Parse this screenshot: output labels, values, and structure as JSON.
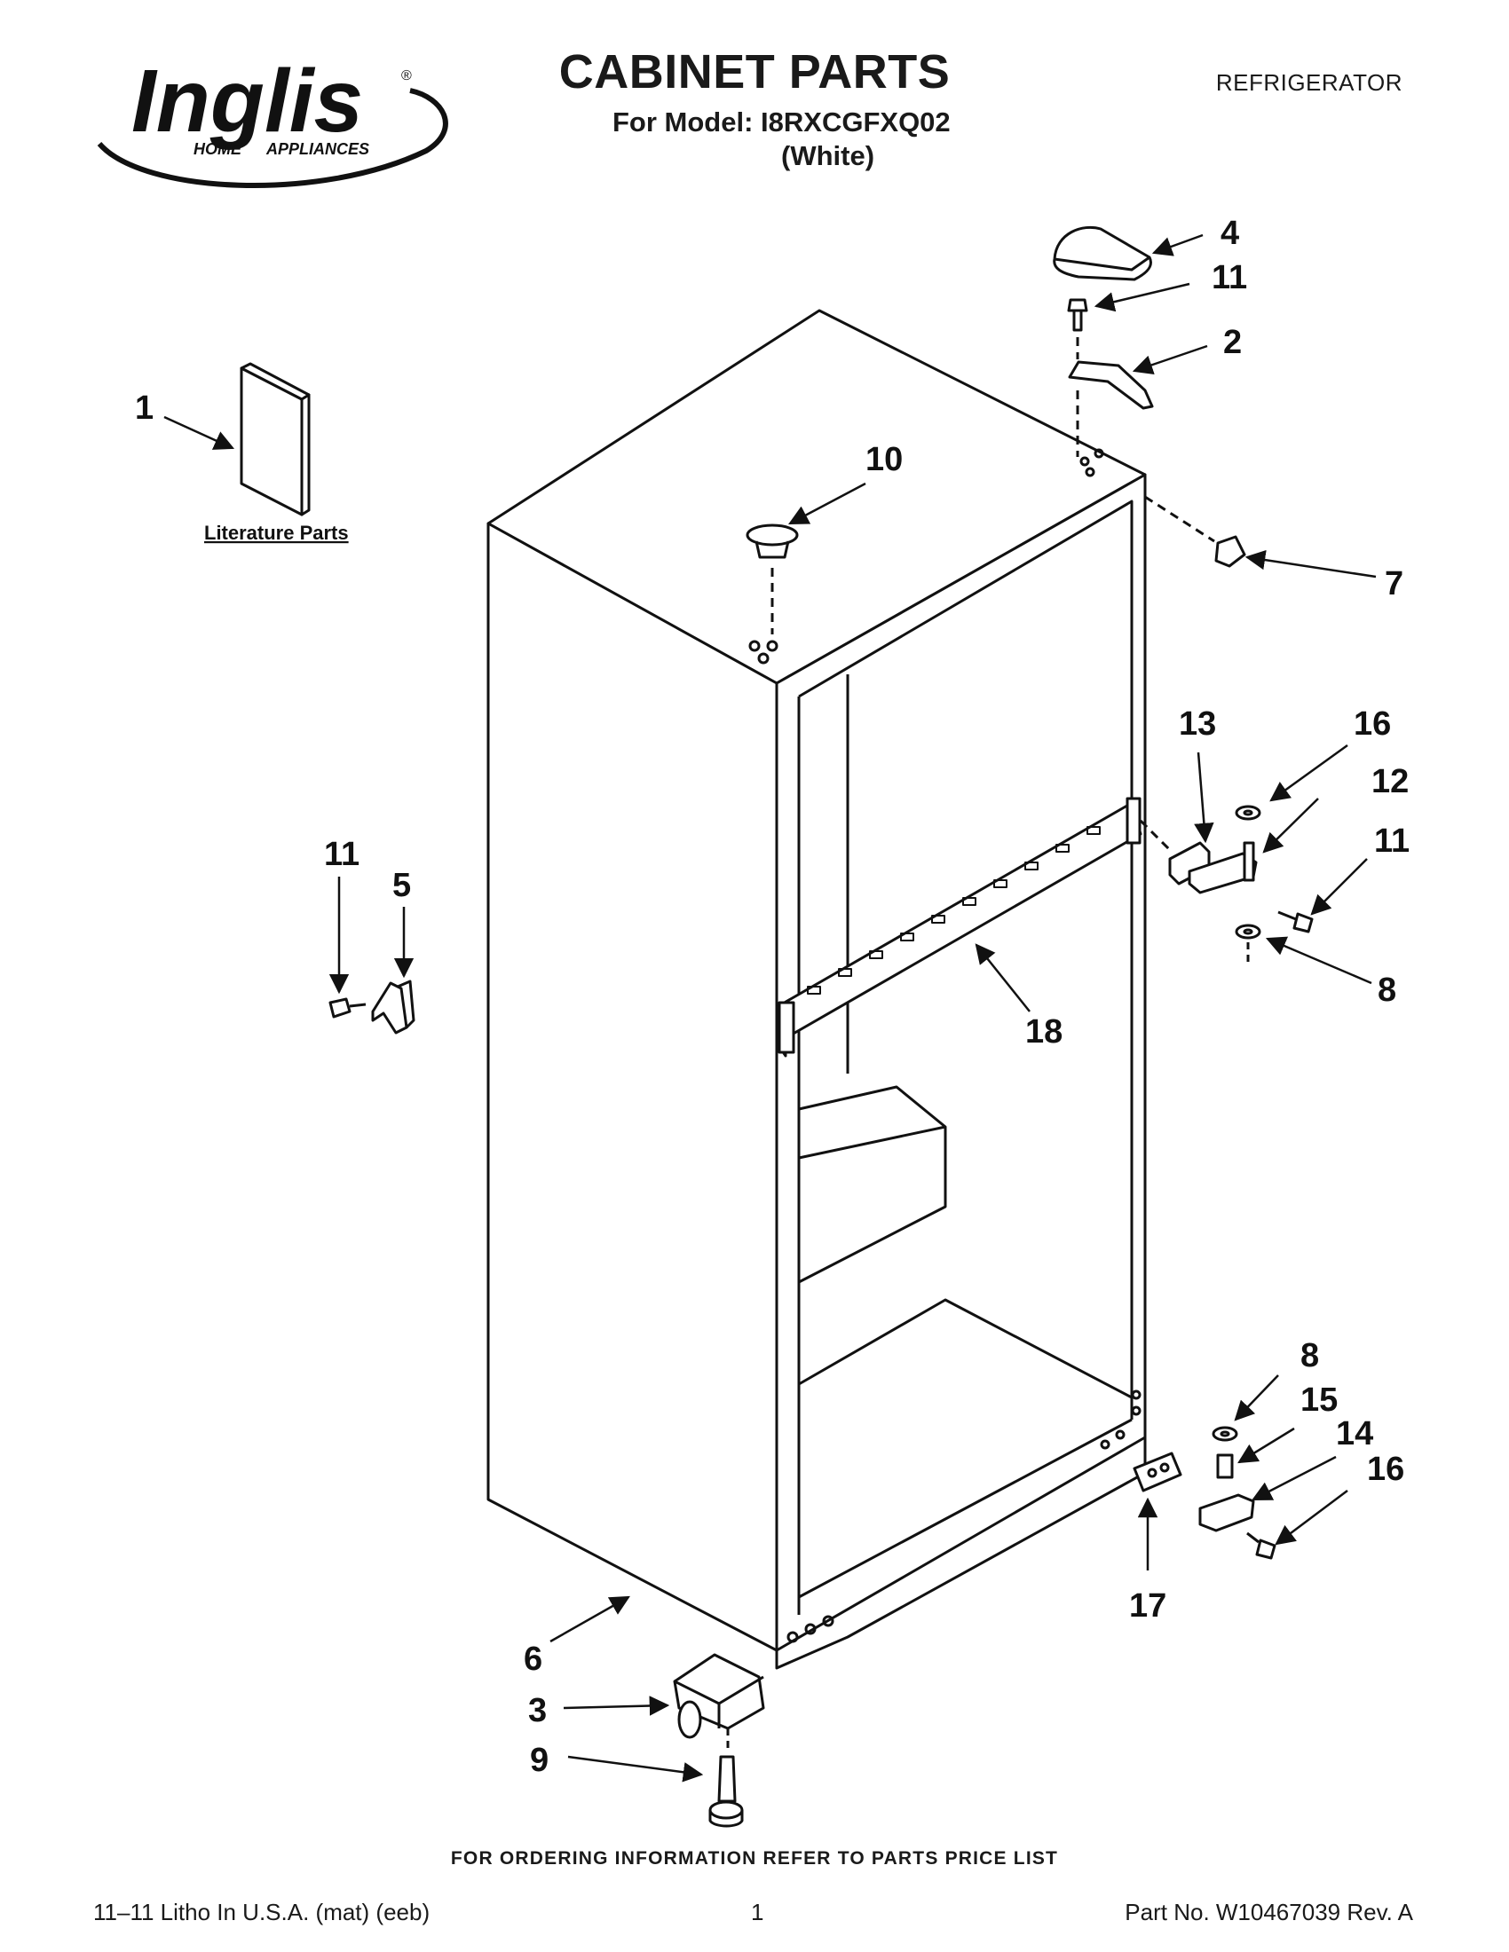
{
  "header": {
    "brand": {
      "name": "Inglis",
      "tagline_left": "HOME",
      "tagline_right": "APPLIANCES",
      "registered": "®"
    },
    "title": "CABINET PARTS",
    "model_line": "For Model: I8RXCGFXQ02",
    "color_line": "(White)",
    "category": "REFRIGERATOR"
  },
  "diagram": {
    "literature_caption": "Literature Parts",
    "callouts": {
      "c1": "1",
      "c2": "2",
      "c3": "3",
      "c4": "4",
      "c5": "5",
      "c6": "6",
      "c7": "7",
      "c8a": "8",
      "c8b": "8",
      "c9": "9",
      "c10": "10",
      "c11a": "11",
      "c11b": "11",
      "c11c": "11",
      "c12": "12",
      "c13": "13",
      "c14": "14",
      "c15": "15",
      "c16a": "16",
      "c16b": "16",
      "c17": "17",
      "c18": "18"
    }
  },
  "footer": {
    "ordering_note": "FOR ORDERING INFORMATION REFER TO PARTS PRICE LIST",
    "litho": "11–11 Litho In U.S.A. (mat) (eeb)",
    "page_number": "1",
    "part_number": "Part No. W10467039 Rev. A"
  },
  "colors": {
    "ink": "#1a1a1a",
    "paper": "#ffffff"
  }
}
